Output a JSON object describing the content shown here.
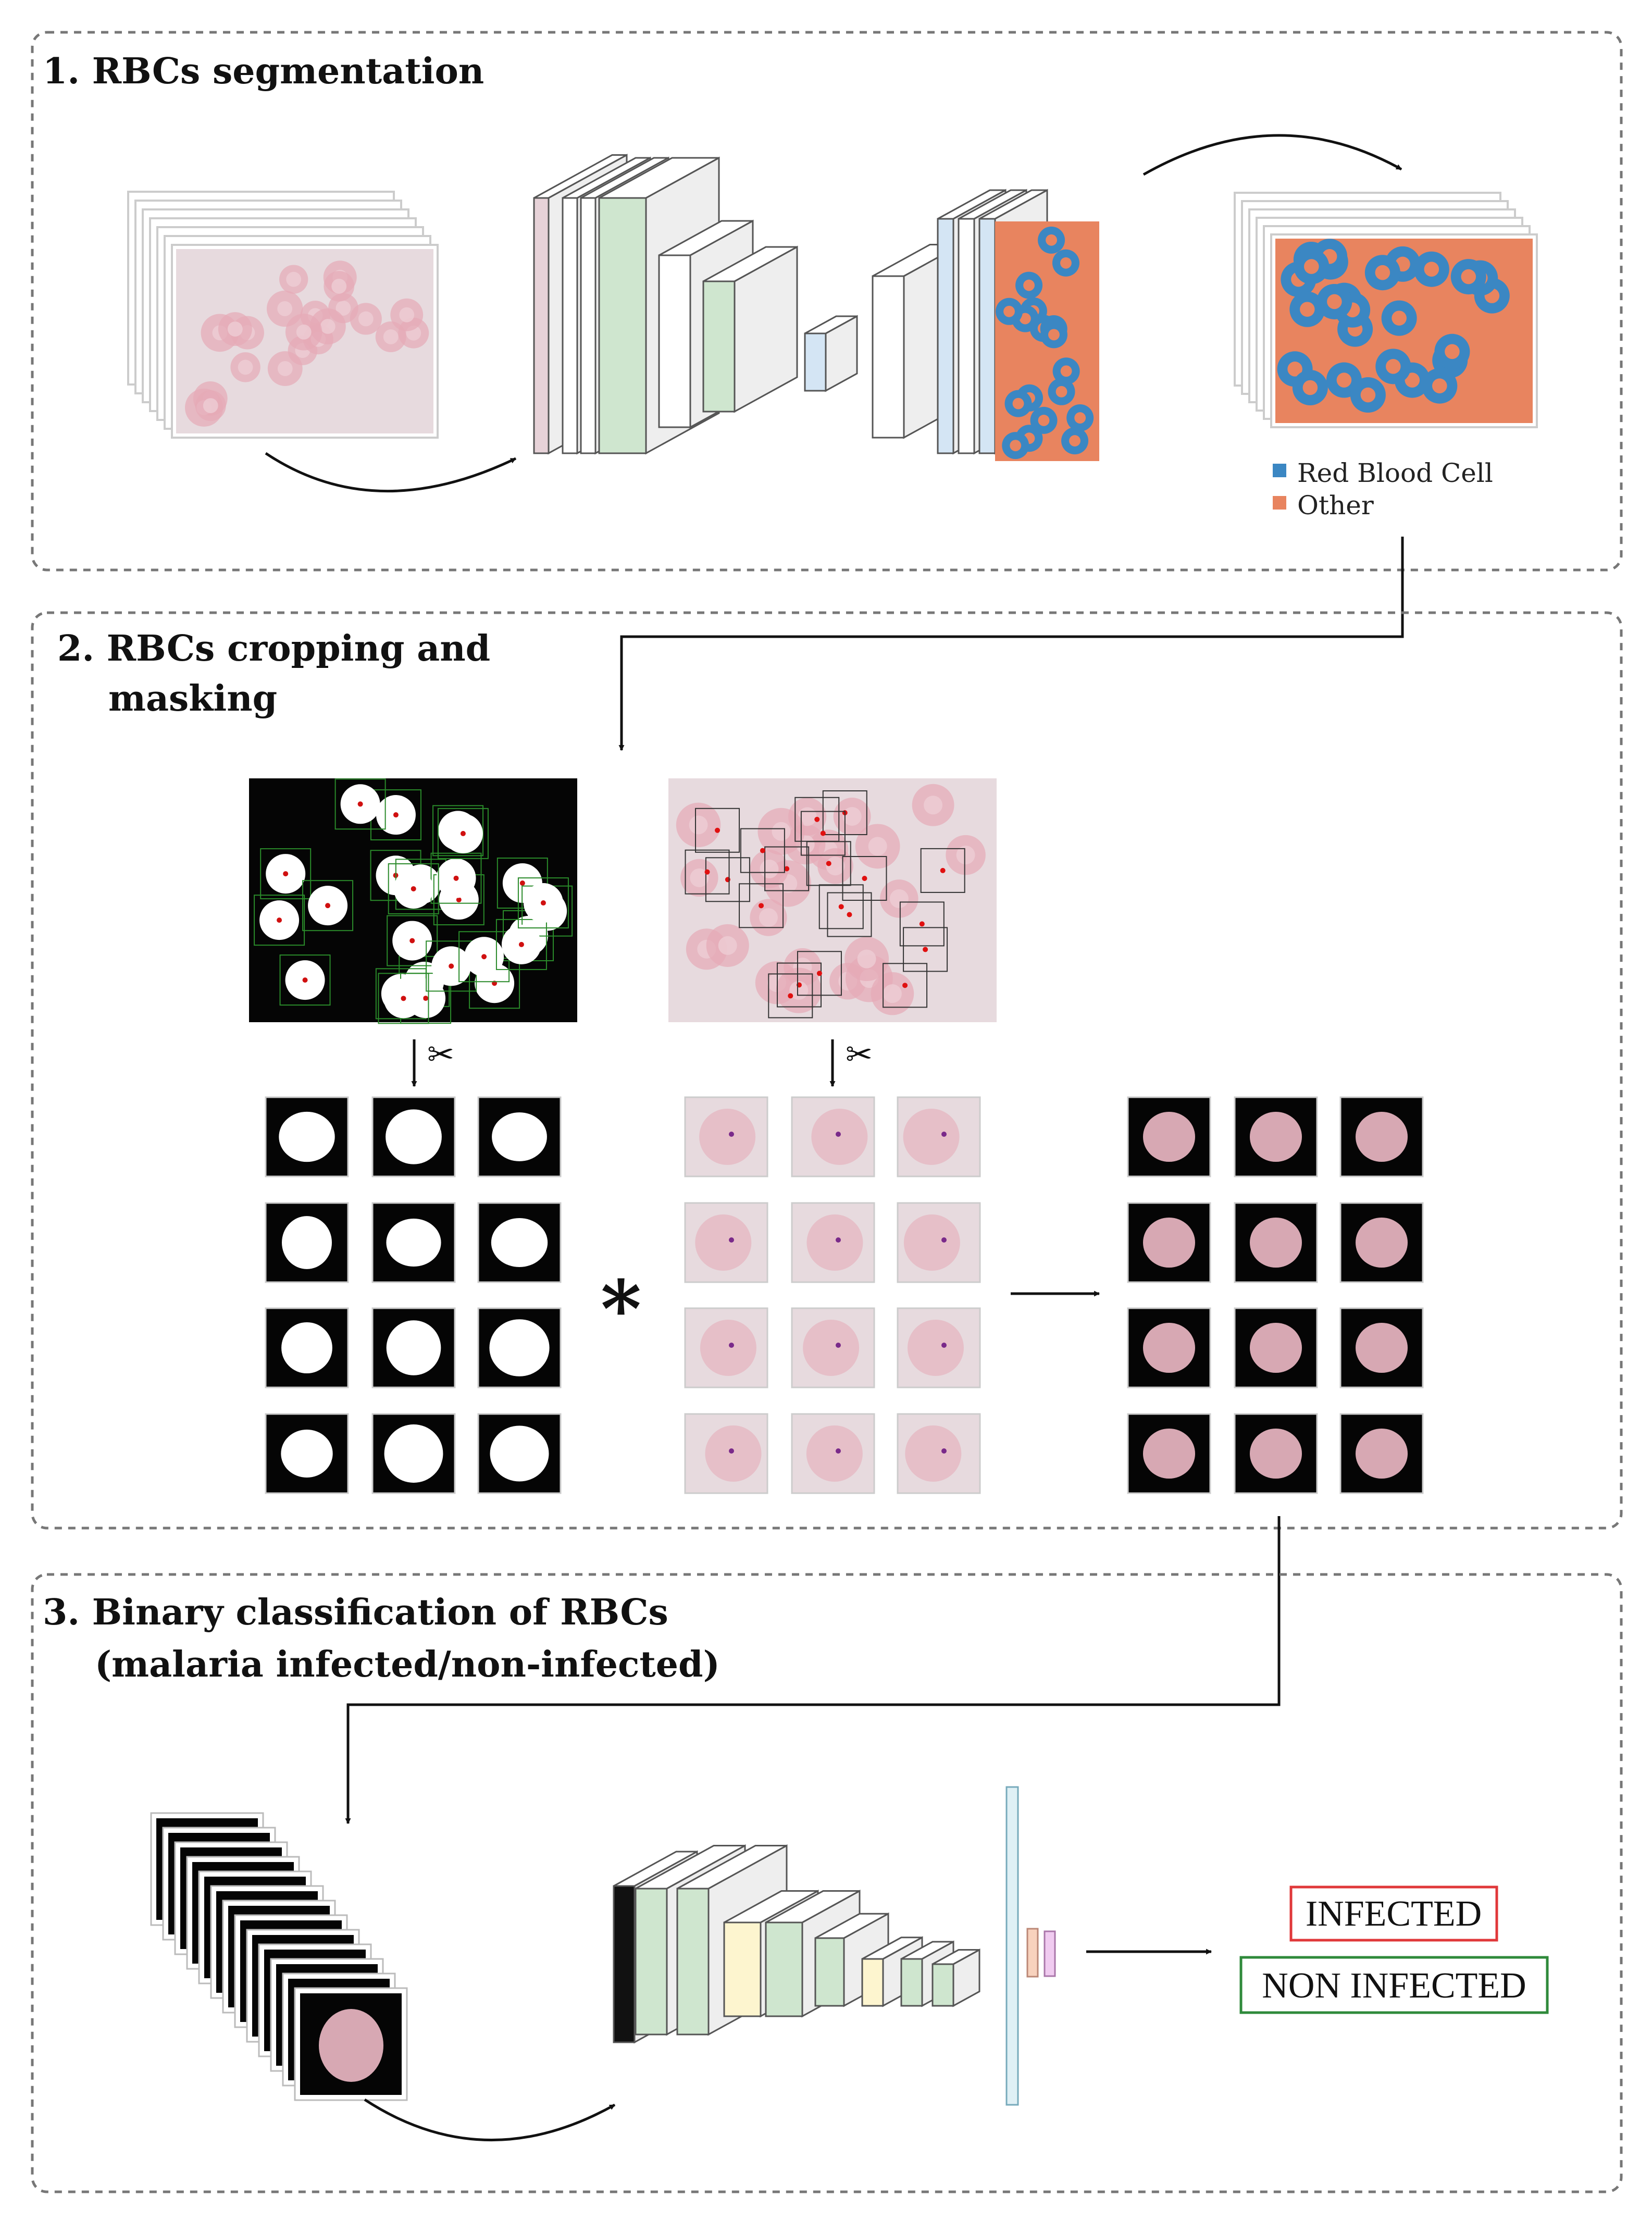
{
  "sections": [
    {
      "title": "1. RBCs segmentation"
    },
    {
      "title_line1": "2. RBCs cropping and",
      "title_line2": "masking"
    },
    {
      "title_line1": "3. Binary classification of RBCs",
      "title_line2": "(malaria infected/non-infected)"
    }
  ],
  "legend": {
    "items": [
      {
        "label": "Red Blood Cell",
        "color": "#3b87c3"
      },
      {
        "label": "Other",
        "color": "#e8845f"
      }
    ]
  },
  "operator_symbol": "*",
  "scissors_glyph": "✂",
  "outputs": {
    "infected": {
      "label": "INFECTED",
      "color": "#e0383a"
    },
    "non_infected": {
      "label": "NON INFECTED",
      "color": "#2f8a3b"
    }
  },
  "colors": {
    "slide_bg": "#e7dade",
    "cell_pink": "#e6aab6",
    "mask_bg": "#050505",
    "mask_fg": "#ffffff",
    "box_border": "#555555",
    "dashed_border": "#777777",
    "layer_green": "#cfe6cf",
    "layer_yellow": "#fdf5cf",
    "layer_blue": "#d4e5f4",
    "layer_peach": "#f8d2bd",
    "layer_lilac": "#f0cbf0"
  }
}
